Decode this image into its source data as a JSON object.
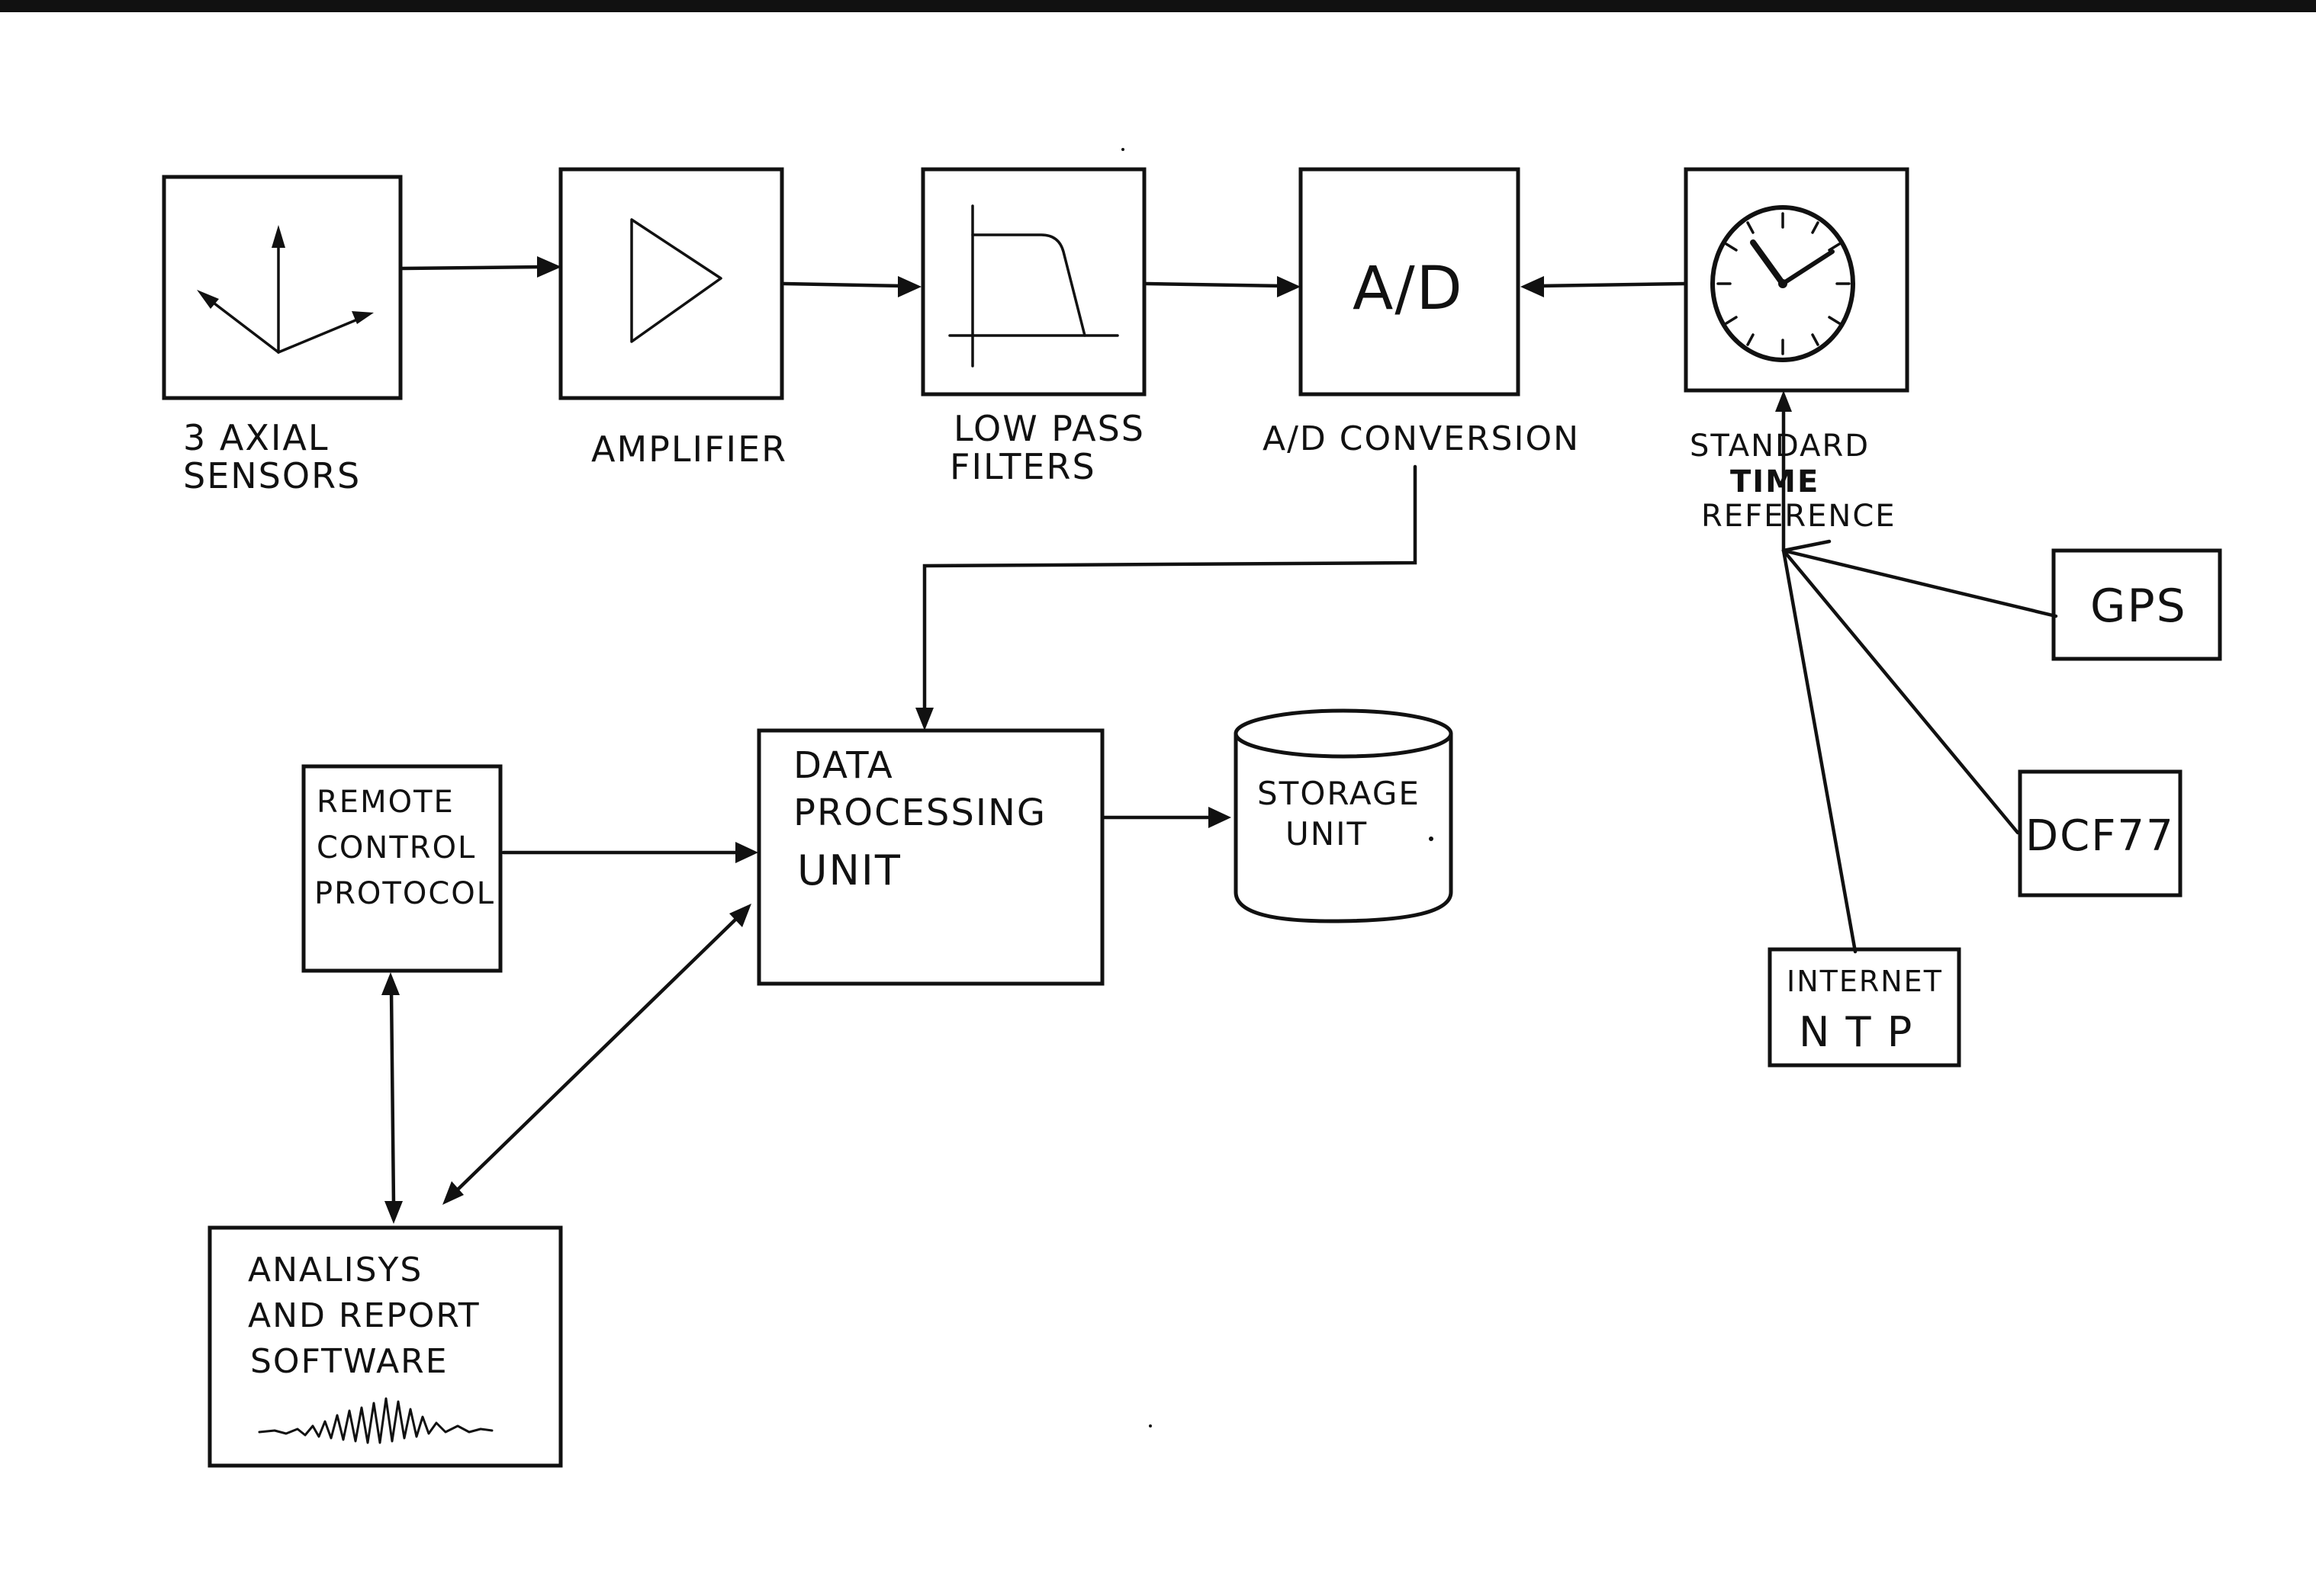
{
  "diagram": {
    "top_row": {
      "sensors_label_1": "3 AXIAL",
      "sensors_label_2": "SENSORS",
      "amplifier_label": "AMPLIFIER",
      "filter_label_1": "LOW PASS",
      "filter_label_2": "FILTERS",
      "ad_symbol": "A/D",
      "ad_label": "A/D CONVERSION",
      "time_label_1": "STANDARD",
      "time_label_2": "TIME",
      "time_label_3": "REFERENCE"
    },
    "time_sources": {
      "gps": "GPS",
      "dcf77": "DCF77",
      "internet_1": "INTERNET",
      "internet_2": "N T P"
    },
    "bottom_row": {
      "dpu_1": "DATA",
      "dpu_2": "PROCESSING",
      "dpu_3": "UNIT",
      "storage_1": "STORAGE",
      "storage_2": "UNIT",
      "remote_1": "REMOTE",
      "remote_2": "CONTROL",
      "remote_3": "PROTOCOL",
      "analysis_1": "ANALISYS",
      "analysis_2": "AND REPORT",
      "analysis_3": "SOFTWARE"
    },
    "ink_color": "#111111",
    "paper_color": "#ffffff"
  }
}
